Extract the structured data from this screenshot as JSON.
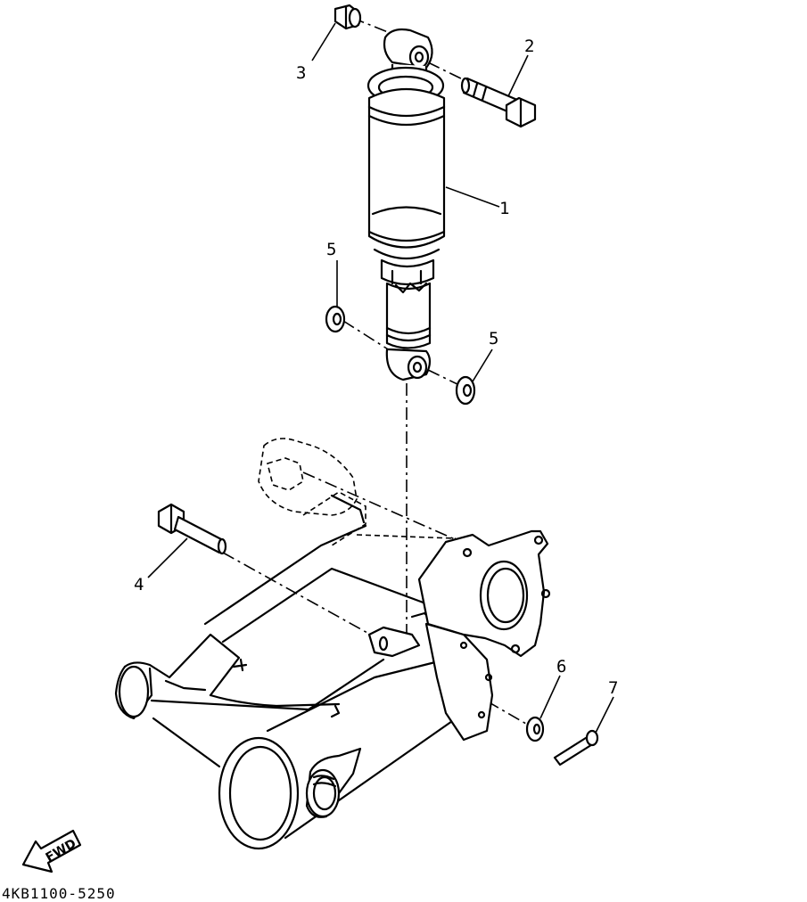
{
  "diagram": {
    "part_code": "4KB1100-5250",
    "fwd_label": "FWD",
    "callouts": {
      "c1": "1",
      "c2": "2",
      "c3": "3",
      "c4": "4",
      "c5a": "5",
      "c5b": "5",
      "c6": "6",
      "c7": "7"
    }
  }
}
